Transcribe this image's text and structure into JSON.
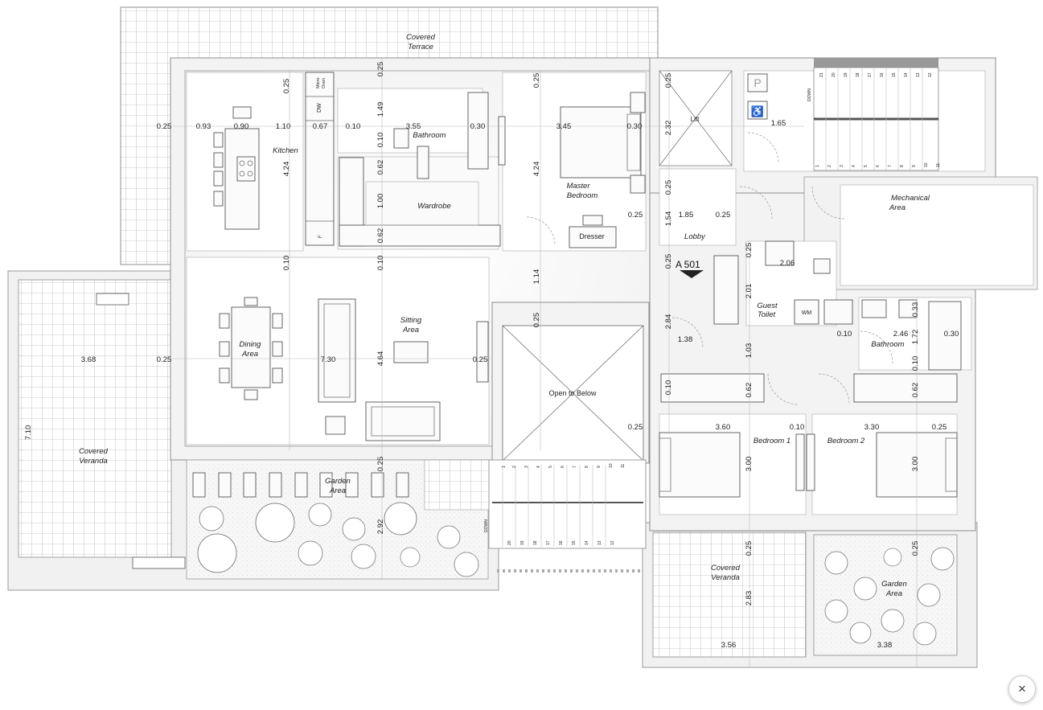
{
  "close_button": {
    "label": "×",
    "icon": "close-icon"
  },
  "plan": {
    "rooms": {
      "covered_terrace_1": "Covered",
      "covered_terrace_2": "Terrace",
      "kitchen": "Kitchen",
      "bathroom_main": "Bathroom",
      "wardrobe": "Wardrobe",
      "master_bedroom_1": "Master",
      "master_bedroom_2": "Bedroom",
      "dresser": "Dresser",
      "lift": "Lift",
      "lobby": "Lobby",
      "mechanical_1": "Mechanical",
      "mechanical_2": "Area",
      "sitting_1": "Sitting",
      "sitting_2": "Area",
      "dining_1": "Dining",
      "dining_2": "Area",
      "open_to_below": "Open to Below",
      "guest_toilet_1": "Guest",
      "guest_toilet_2": "Toilet",
      "wm": "WM",
      "bathroom_2": "Bathroom",
      "bedroom_1": "Bedroom 1",
      "bedroom_2": "Bedroom 2",
      "veranda_left_1": "Covered",
      "veranda_left_2": "Veranda",
      "garden_left_1": "Garden",
      "garden_left_2": "Area",
      "veranda_bottom_1": "Covered",
      "veranda_bottom_2": "Veranda",
      "garden_right_1": "Garden",
      "garden_right_2": "Area",
      "micro_1": "Micro",
      "micro_2": "Oven",
      "dw": "DW",
      "fridge": "F",
      "section_mark": "A 501",
      "down_1": "DOWN",
      "down_2": "DOWN"
    },
    "dimensions": {
      "d_025_top_left": "0.25",
      "d_093": "0.93",
      "d_090": "0.90",
      "d_110": "1.10",
      "d_067": "0.67",
      "d_010_k": "0.10",
      "d_355": "3.55",
      "d_030_bath": "0.30",
      "d_345": "3.45",
      "d_030_mb": "0.30",
      "d_025_kit_v": "0.25",
      "d_025_bath_v": "0.25",
      "d_149": "1.49",
      "d_010_bath_v": "0.10",
      "d_025_mb_v": "0.25",
      "d_424_kit": "4.24",
      "d_424_mb": "4.24",
      "d_062_a": "0.62",
      "d_100": "1.00",
      "d_062_b": "0.62",
      "d_010_kit_low": "0.10",
      "d_010_ward_low": "0.10",
      "d_025_mb_side": "0.25",
      "d_025_lift_v": "0.25",
      "d_232": "2.32",
      "d_165": "1.65",
      "d_025_lobby_v": "0.25",
      "d_154": "1.54",
      "d_185": "1.85",
      "d_025_lobby_h": "0.25",
      "d_025_a501": "0.25",
      "d_025_gt_v": "0.25",
      "d_206": "2.06",
      "d_201": "2.01",
      "d_033": "0.33",
      "d_114": "1.14",
      "d_025_otb": "0.25",
      "d_368": "3.68",
      "d_025_dining": "0.25",
      "d_730": "7.30",
      "d_464": "4.64",
      "d_025_sit": "0.25",
      "d_284": "2.84",
      "d_138": "1.38",
      "d_103": "1.03",
      "d_010_bath2": "0.10",
      "d_246": "2.46",
      "d_172": "1.72",
      "d_030_bath2": "0.30",
      "d_010_bath2_v": "0.10",
      "d_010_b1_v": "0.10",
      "d_062_b1": "0.62",
      "d_062_b2": "0.62",
      "d_710": "7.10",
      "d_025_otb_low": "0.25",
      "d_360": "3.60",
      "d_010_b1b2": "0.10",
      "d_330": "3.30",
      "d_025_b2": "0.25",
      "d_300_b1": "3.00",
      "d_300_b2": "3.00",
      "d_025_garden": "0.25",
      "d_292": "2.92",
      "d_025_ver": "0.25",
      "d_025_gar2": "0.25",
      "d_283": "2.83",
      "d_356": "3.56",
      "d_338": "3.38"
    },
    "upper_stair_numbers": [
      "21",
      "20",
      "19",
      "18",
      "17",
      "16",
      "15",
      "14",
      "13",
      "12"
    ],
    "upper_stair_numbers_low": [
      "1",
      "2",
      "3",
      "4",
      "5",
      "6",
      "7",
      "8",
      "9",
      "10",
      "11"
    ],
    "lower_stair_numbers_top": [
      "1",
      "2",
      "3",
      "4",
      "5",
      "6",
      "7",
      "8",
      "9",
      "10",
      "11"
    ],
    "lower_stair_numbers_bottom": [
      "20",
      "19",
      "18",
      "17",
      "16",
      "15",
      "14",
      "13",
      "12"
    ]
  }
}
